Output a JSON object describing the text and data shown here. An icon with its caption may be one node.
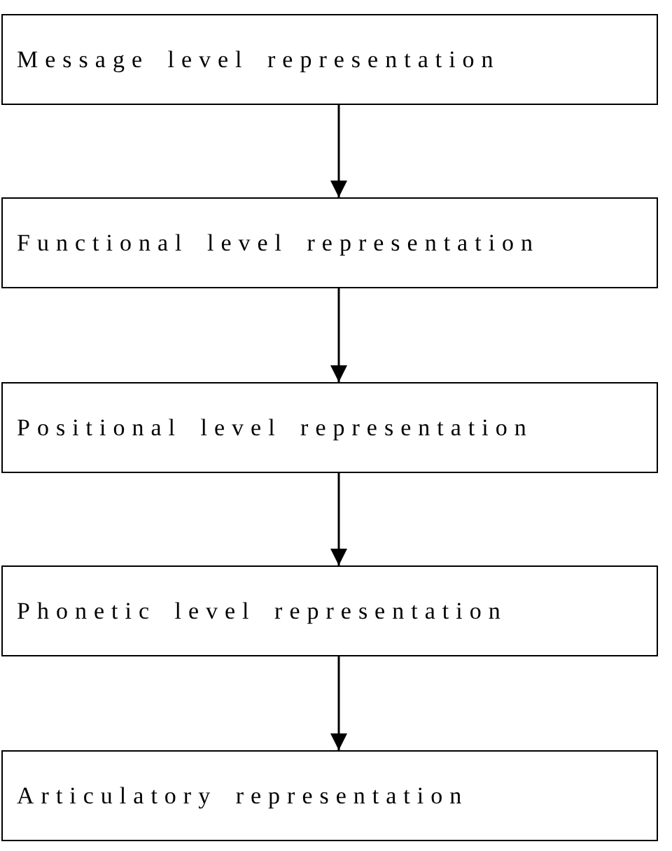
{
  "diagram": {
    "nodes": [
      {
        "text": [
          "Message level representation"
        ]
      },
      {
        "text": [
          "Functional level representation"
        ]
      },
      {
        "text": [
          "Positional level representation"
        ]
      },
      {
        "text": [
          "Phonetic level representation"
        ]
      },
      {
        "text": [
          "Articulatory representation"
        ]
      }
    ],
    "edges": [
      {
        "from": 0,
        "to": 1,
        "arrow": "to"
      },
      {
        "from": 1,
        "to": 2,
        "arrow": "to"
      },
      {
        "from": 2,
        "to": 3,
        "arrow": "to"
      },
      {
        "from": 3,
        "to": 4,
        "arrow": "to"
      }
    ]
  }
}
